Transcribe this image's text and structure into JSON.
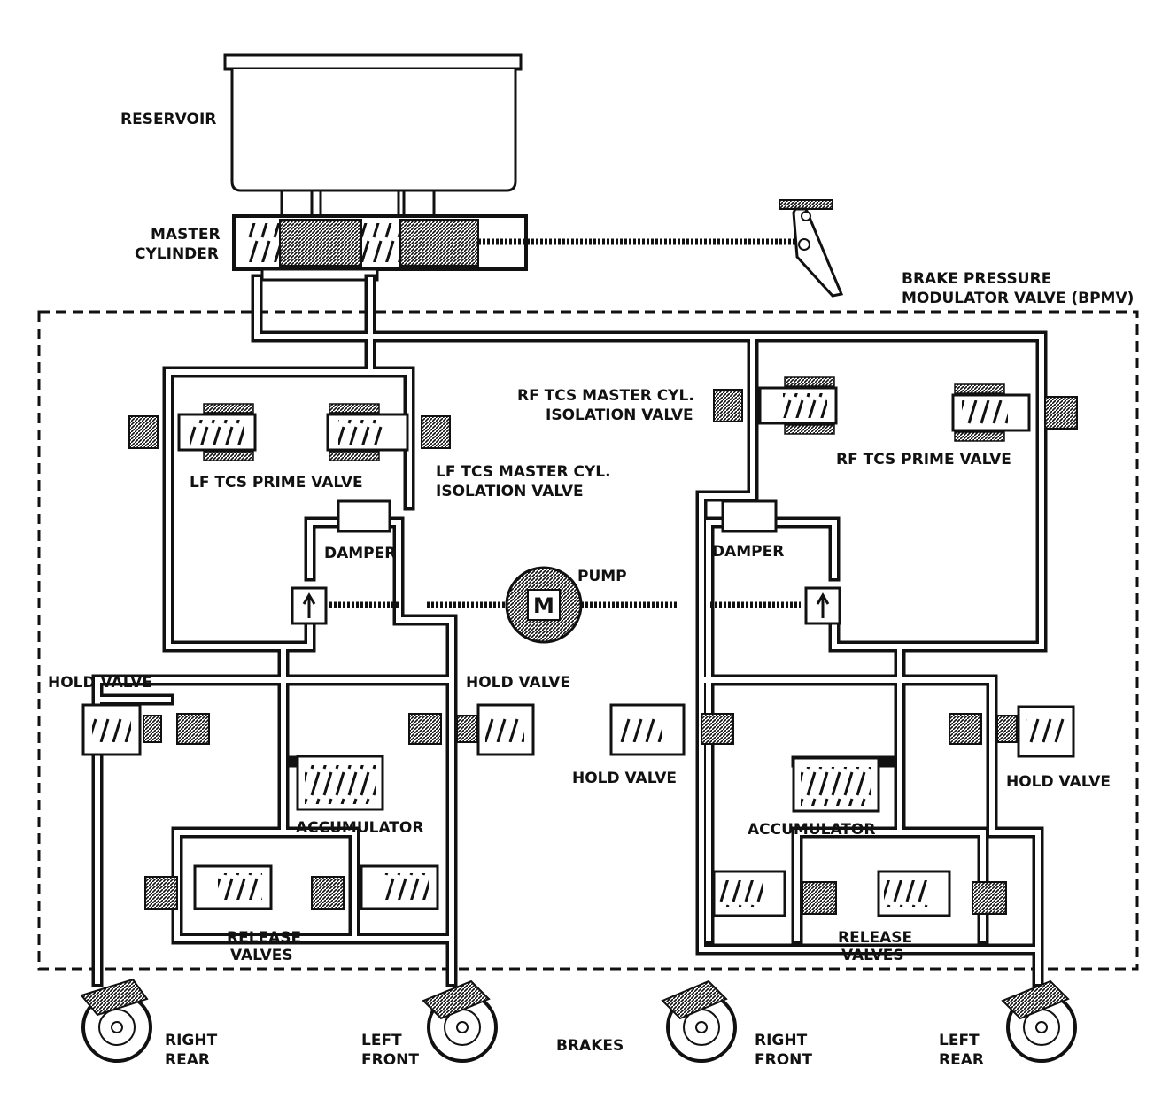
{
  "labels": {
    "reservoir": "RESERVOIR",
    "master_cylinder_1": "MASTER",
    "master_cylinder_2": "CYLINDER",
    "bpmv_1": "BRAKE PRESSURE",
    "bpmv_2": "MODULATOR VALVE (BPMV)",
    "rf_iso_1": "RF TCS MASTER CYL.",
    "rf_iso_2": "ISOLATION VALVE",
    "lf_prime": "LF TCS PRIME VALVE",
    "lf_iso_1": "LF TCS MASTER CYL.",
    "lf_iso_2": "ISOLATION VALVE",
    "rf_prime": "RF TCS PRIME VALVE",
    "damper_left": "DAMPER",
    "damper_right": "DAMPER",
    "pump": "PUMP",
    "pump_motor": "M",
    "hold_valve_1": "HOLD VALVE",
    "hold_valve_2": "HOLD VALVE",
    "hold_valve_3": "HOLD VALVE",
    "hold_valve_4": "HOLD VALVE",
    "accumulator_left": "ACCUMULATOR",
    "accumulator_right": "ACCUMULATOR",
    "release_left_1": "RELEASE",
    "release_left_2": "VALVES",
    "release_right_1": "RELEASE",
    "release_right_2": "VALVES",
    "right_rear_1": "RIGHT",
    "right_rear_2": "REAR",
    "left_front_1": "LEFT",
    "left_front_2": "FRONT",
    "brakes": "BRAKES",
    "right_front_1": "RIGHT",
    "right_front_2": "FRONT",
    "left_rear_1": "LEFT",
    "left_rear_2": "REAR"
  }
}
